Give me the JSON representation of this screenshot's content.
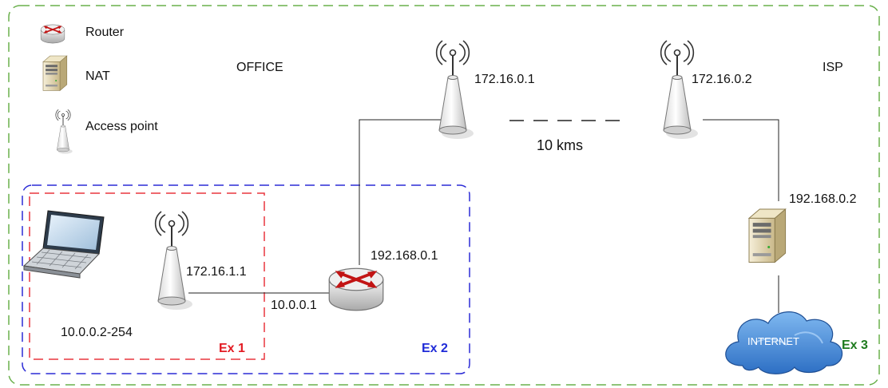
{
  "legend": {
    "router_label": "Router",
    "nat_label": "NAT",
    "ap_label": "Access point"
  },
  "zones": {
    "office": "OFFICE",
    "isp": "ISP"
  },
  "addresses": {
    "ap_office": "172.16.0.1",
    "ap_isp": "172.16.0.2",
    "nat_ip": "192.168.0.2",
    "router_wan": "192.168.0.1",
    "ap_client": "172.16.1.1",
    "router_lan": "10.0.0.1",
    "client_range": "10.0.0.2-254"
  },
  "link": {
    "distance": "10 kms"
  },
  "exercises": {
    "ex1": "Ex 1",
    "ex2": "Ex 2",
    "ex3": "Ex 3"
  },
  "cloud": {
    "label": "INTERNET"
  },
  "colors": {
    "outer_border": "#6ab04c",
    "ex1_border": "#e8373f",
    "ex2_border": "#2b2bd6",
    "ex1_text": "#e31b23",
    "ex2_text": "#1f2bd8",
    "ex3_text": "#1d7a1d",
    "cloud_fill": "#3f89d9"
  }
}
